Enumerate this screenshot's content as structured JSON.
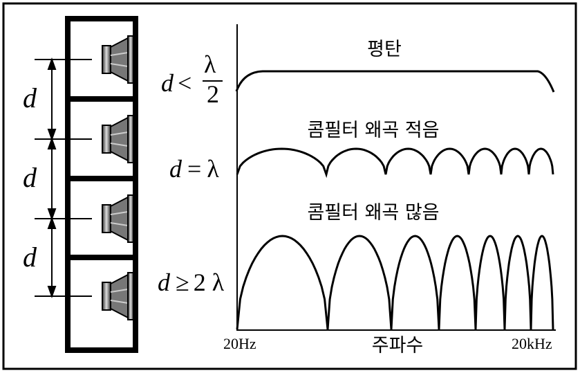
{
  "diagram": {
    "spacing_label": "d",
    "conditions": [
      {
        "lhs": "d",
        "op": "<",
        "num": "λ",
        "den": "2"
      },
      {
        "lhs": "d",
        "op": "=",
        "rhs": "λ"
      },
      {
        "lhs": "d",
        "op": "≥",
        "rhs": "2 λ"
      }
    ],
    "curve_titles": [
      "평탄",
      "콤필터 왜곡 적음",
      "콤필터 왜곡 많음"
    ],
    "axis": {
      "min_label": "20Hz",
      "max_label": "20kHz",
      "title": "주파수"
    },
    "speaker_count": 4,
    "colors": {
      "line": "#000000",
      "speaker_dark": "#222222",
      "speaker_mid": "#888888"
    }
  }
}
